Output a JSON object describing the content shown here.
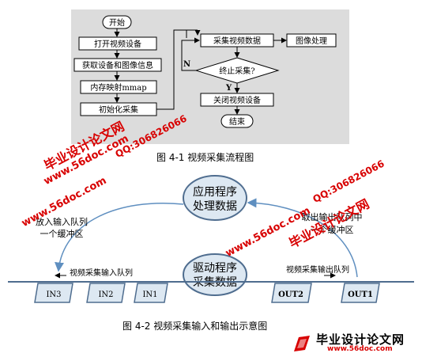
{
  "figure1": {
    "caption": "图 4-1  视频采集流程图",
    "left_steps": [
      "开始",
      "打开视频设备",
      "获取设备和图像信息",
      "内存映射mmap",
      "初始化采集"
    ],
    "right_steps": {
      "capture": "采集视频数据",
      "process": "图像处理",
      "decision": "终止采集?",
      "no_label": "N",
      "yes_label": "Y",
      "close": "关闭视频设备",
      "end": "结束"
    }
  },
  "figure2": {
    "caption": "图 4-2   视频采集输入和输出示意图",
    "app_node": [
      "应用程序",
      "处理数据"
    ],
    "driver_node": [
      "驱动程序",
      "采集数据"
    ],
    "left_note": [
      "放入输入队列",
      "一个缓冲区"
    ],
    "right_note": [
      "取出输出队列中",
      "一个缓冲区"
    ],
    "input_queue_label": "视频采集输入队列",
    "output_queue_label": "视频采集输出队列",
    "input_buffers": [
      "IN3",
      "IN2",
      "IN1"
    ],
    "output_buffers": [
      "OUT2",
      "OUT1"
    ]
  },
  "watermarks": {
    "site_cn": "毕业设计论文网",
    "site_url": "www.56doc.com",
    "qq": "QQ:306826066",
    "logo_cn": "毕业设计论文网",
    "logo_url": "www.56doc.com"
  },
  "colors": {
    "node_fill": "#dde8f2",
    "node_stroke": "#4f6d8f",
    "arrow": "#5f8fc0",
    "watermark": "#d80000",
    "figure_bg": "#dcdcdc"
  }
}
